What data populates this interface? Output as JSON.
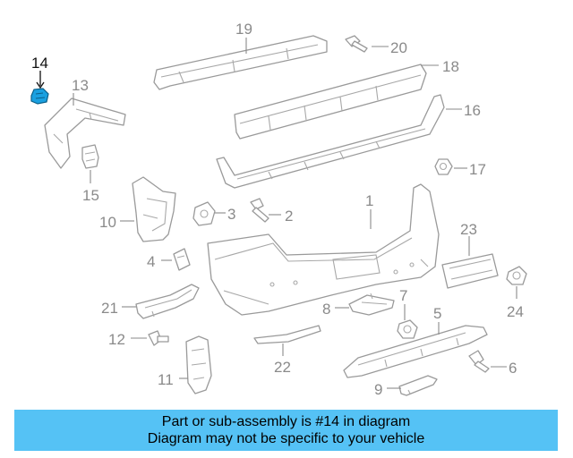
{
  "diagram": {
    "highlight_color": "#1aa0e0",
    "highlighted_part": "14",
    "callouts": [
      "1",
      "2",
      "3",
      "4",
      "5",
      "6",
      "7",
      "8",
      "9",
      "10",
      "11",
      "12",
      "13",
      "14",
      "15",
      "16",
      "17",
      "18",
      "19",
      "20",
      "21",
      "22",
      "23",
      "24"
    ]
  },
  "banner": {
    "line1": "Part or sub-assembly is #14 in diagram",
    "line2": "Diagram may not be specific to your vehicle",
    "background": "#55c2f5"
  }
}
